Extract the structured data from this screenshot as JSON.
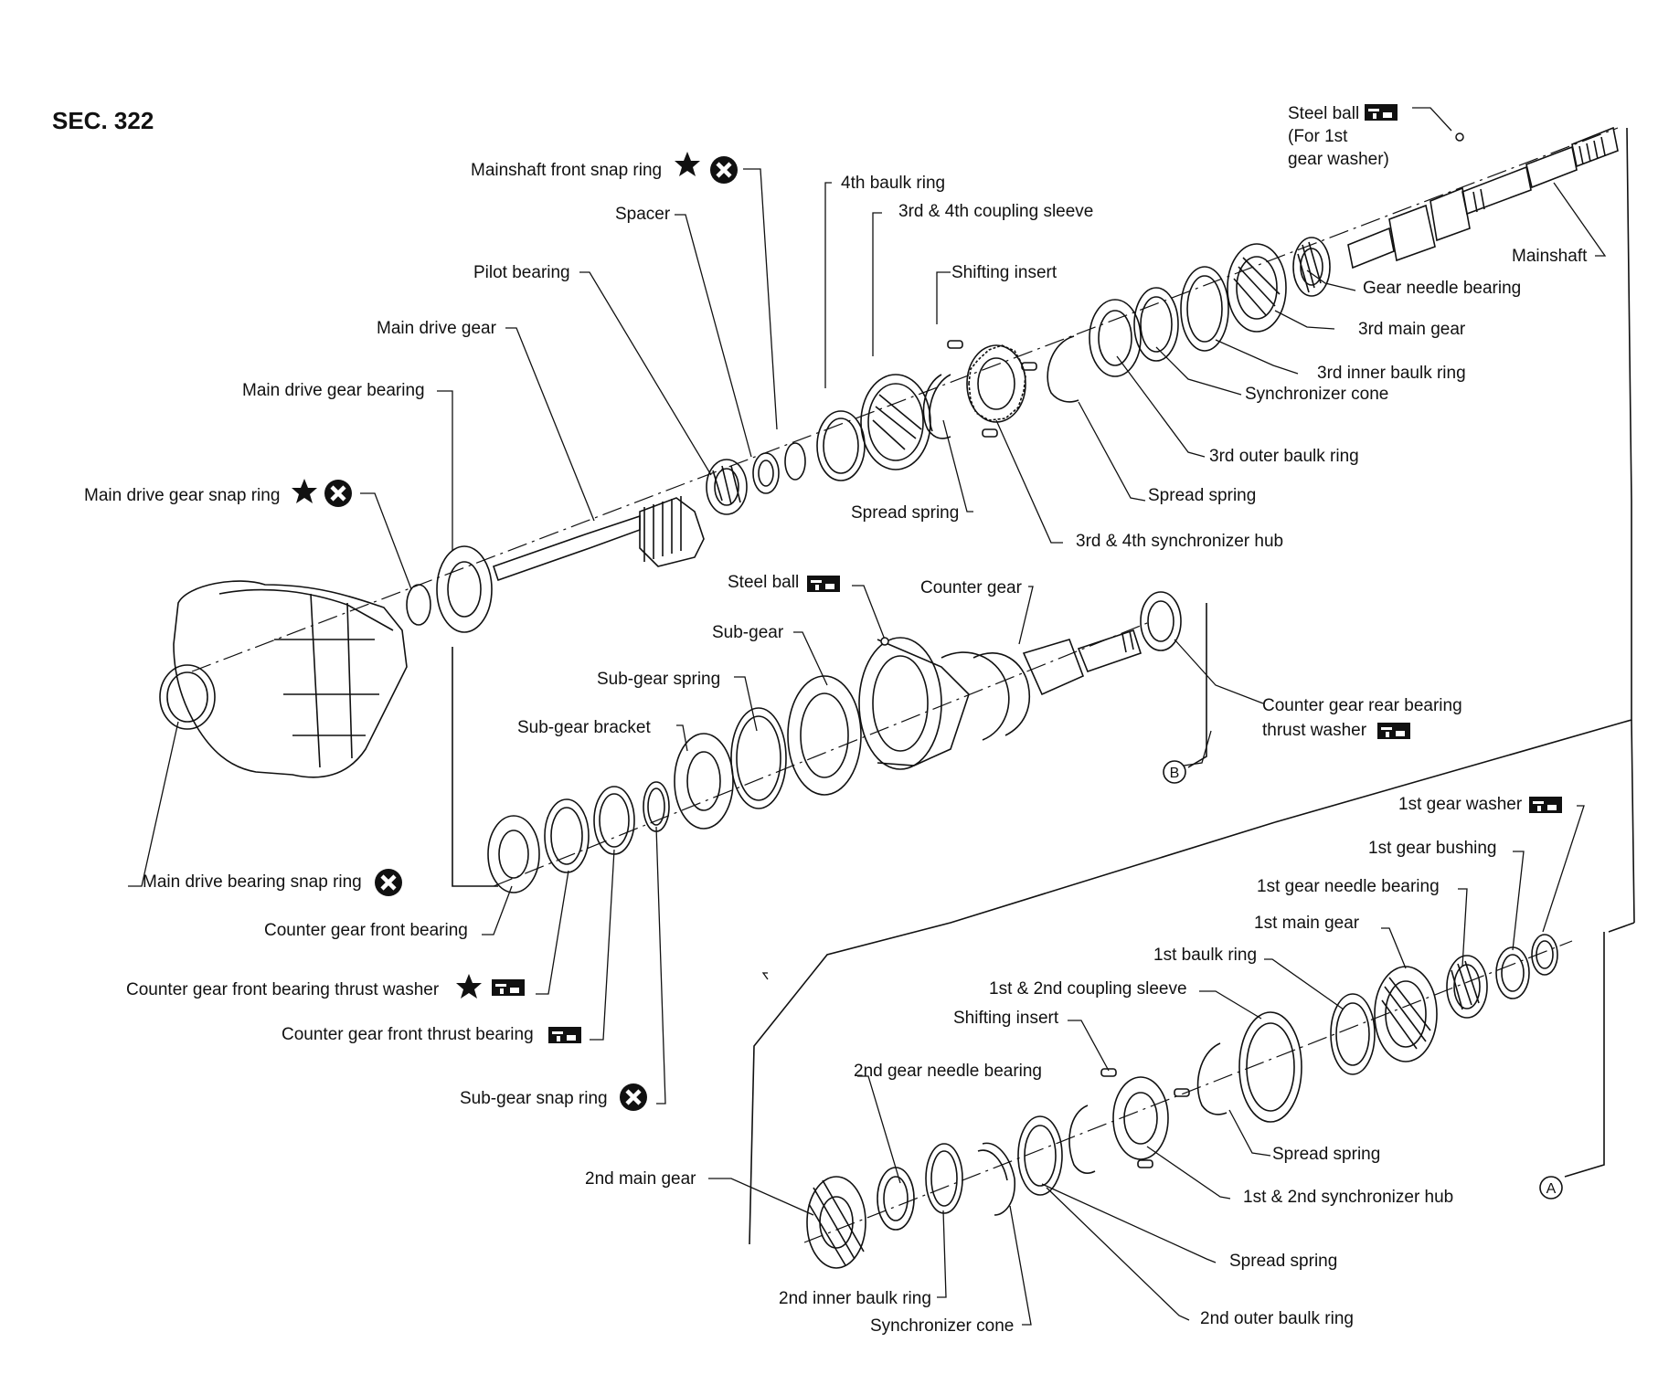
{
  "section": "SEC. 322",
  "colors": {
    "ink": "#111111",
    "paper": "#ffffff"
  },
  "symbols": {
    "star": "star-icon (always replace / apply)",
    "x_circle": "x-circle-icon (do not reuse)",
    "lube": "lubricant-icon"
  },
  "callouts": {
    "a": "A",
    "b": "B"
  },
  "labels": {
    "steel_ball_top": "Steel ball",
    "steel_ball_note_1": "(For 1st",
    "steel_ball_note_2": "gear washer)",
    "mainshaft": "Mainshaft",
    "gear_needle_bearing": "Gear needle bearing",
    "third_main_gear": "3rd main gear",
    "third_inner_baulk_ring": "3rd inner baulk ring",
    "synchronizer_cone_top": "Synchronizer cone",
    "third_outer_baulk_ring": "3rd outer baulk ring",
    "spread_spring_a": "Spread spring",
    "synchro_hub_34": "3rd & 4th synchronizer hub",
    "spread_spring_b": "Spread spring",
    "shifting_insert_top": "Shifting insert",
    "coupling_sleeve_34": "3rd & 4th coupling sleeve",
    "fourth_baulk_ring": "4th baulk ring",
    "mainshaft_front_snap_ring": "Mainshaft front snap ring",
    "spacer": "Spacer",
    "pilot_bearing": "Pilot bearing",
    "main_drive_gear": "Main drive gear",
    "main_drive_gear_bearing": "Main drive gear bearing",
    "main_drive_gear_snap_ring": "Main drive gear snap ring",
    "steel_ball_mid": "Steel ball",
    "counter_gear": "Counter gear",
    "sub_gear": "Sub-gear",
    "sub_gear_spring": "Sub-gear spring",
    "sub_gear_bracket": "Sub-gear bracket",
    "counter_gear_rear_bearing_1": "Counter gear rear bearing",
    "counter_gear_rear_bearing_2": "thrust washer",
    "main_drive_bearing_snap_ring": "Main drive bearing snap ring",
    "counter_gear_front_bearing": "Counter gear front bearing",
    "cg_front_bearing_thrust_washer": "Counter gear front bearing thrust washer",
    "cg_front_thrust_bearing": "Counter gear front thrust bearing",
    "sub_gear_snap_ring": "Sub-gear snap ring",
    "first_gear_washer": "1st gear washer",
    "first_gear_bushing": "1st gear bushing",
    "first_gear_needle_bearing": "1st gear needle bearing",
    "first_main_gear": "1st main gear",
    "first_baulk_ring": "1st baulk ring",
    "coupling_sleeve_12": "1st & 2nd coupling sleeve",
    "shifting_insert_bottom": "Shifting insert",
    "second_gear_needle_bearing": "2nd gear needle bearing",
    "spread_spring_c": "Spread spring",
    "synchro_hub_12": "1st & 2nd synchronizer hub",
    "spread_spring_d": "Spread spring",
    "second_outer_baulk_ring": "2nd outer baulk ring",
    "second_main_gear": "2nd main gear",
    "second_inner_baulk_ring": "2nd inner baulk ring",
    "synchronizer_cone_bottom": "Synchronizer cone"
  }
}
